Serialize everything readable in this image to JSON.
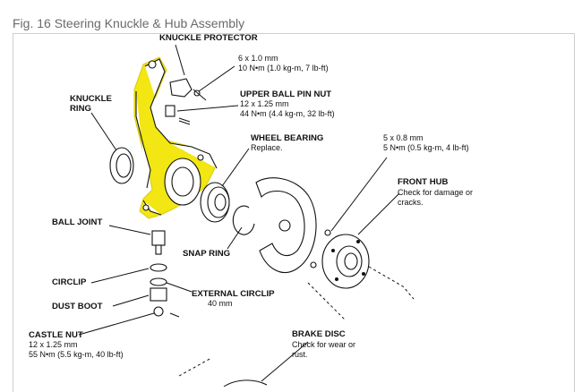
{
  "figure": {
    "title": "Fig. 16 Steering Knuckle & Hub Assembly"
  },
  "colors": {
    "highlight": "#f1e400",
    "ink": "#111111",
    "frame": "#cfcfcf"
  },
  "labels": {
    "knuckle_protector": "KNUCKLE PROTECTOR",
    "protector_bolt_size": "6 x 1.0 mm",
    "protector_bolt_torque": "10 N•m (1.0 kg-m, 7 lb-ft)",
    "upper_ball_pin_nut": "UPPER BALL PIN NUT",
    "upper_nut_size": "12 x 1.25 mm",
    "upper_nut_torque": "44 N•m (4.4 kg-m, 32 lb-ft)",
    "knuckle_ring_1": "KNUCKLE",
    "knuckle_ring_2": "RING",
    "wheel_bearing": "WHEEL BEARING",
    "wheel_bearing_note": "Replace.",
    "hub_screw_size": "5 x 0.8 mm",
    "hub_screw_torque": "5 N•m (0.5 kg-m, 4 lb-ft)",
    "front_hub": "FRONT HUB",
    "front_hub_note_1": "Check for damage or",
    "front_hub_note_2": "cracks.",
    "ball_joint": "BALL JOINT",
    "snap_ring": "SNAP RING",
    "circlip": "CIRCLIP",
    "external_circlip": "EXTERNAL CIRCLIP",
    "external_circlip_size": "40 mm",
    "dust_boot": "DUST BOOT",
    "castle_nut": "CASTLE NUT",
    "castle_nut_size": "12 x 1.25 mm",
    "castle_nut_torque": "55 N•m (5.5 kg-m, 40 lb-ft)",
    "brake_disc": "BRAKE DISC",
    "brake_disc_note_1": "Check for wear or",
    "brake_disc_note_2": "rust."
  }
}
